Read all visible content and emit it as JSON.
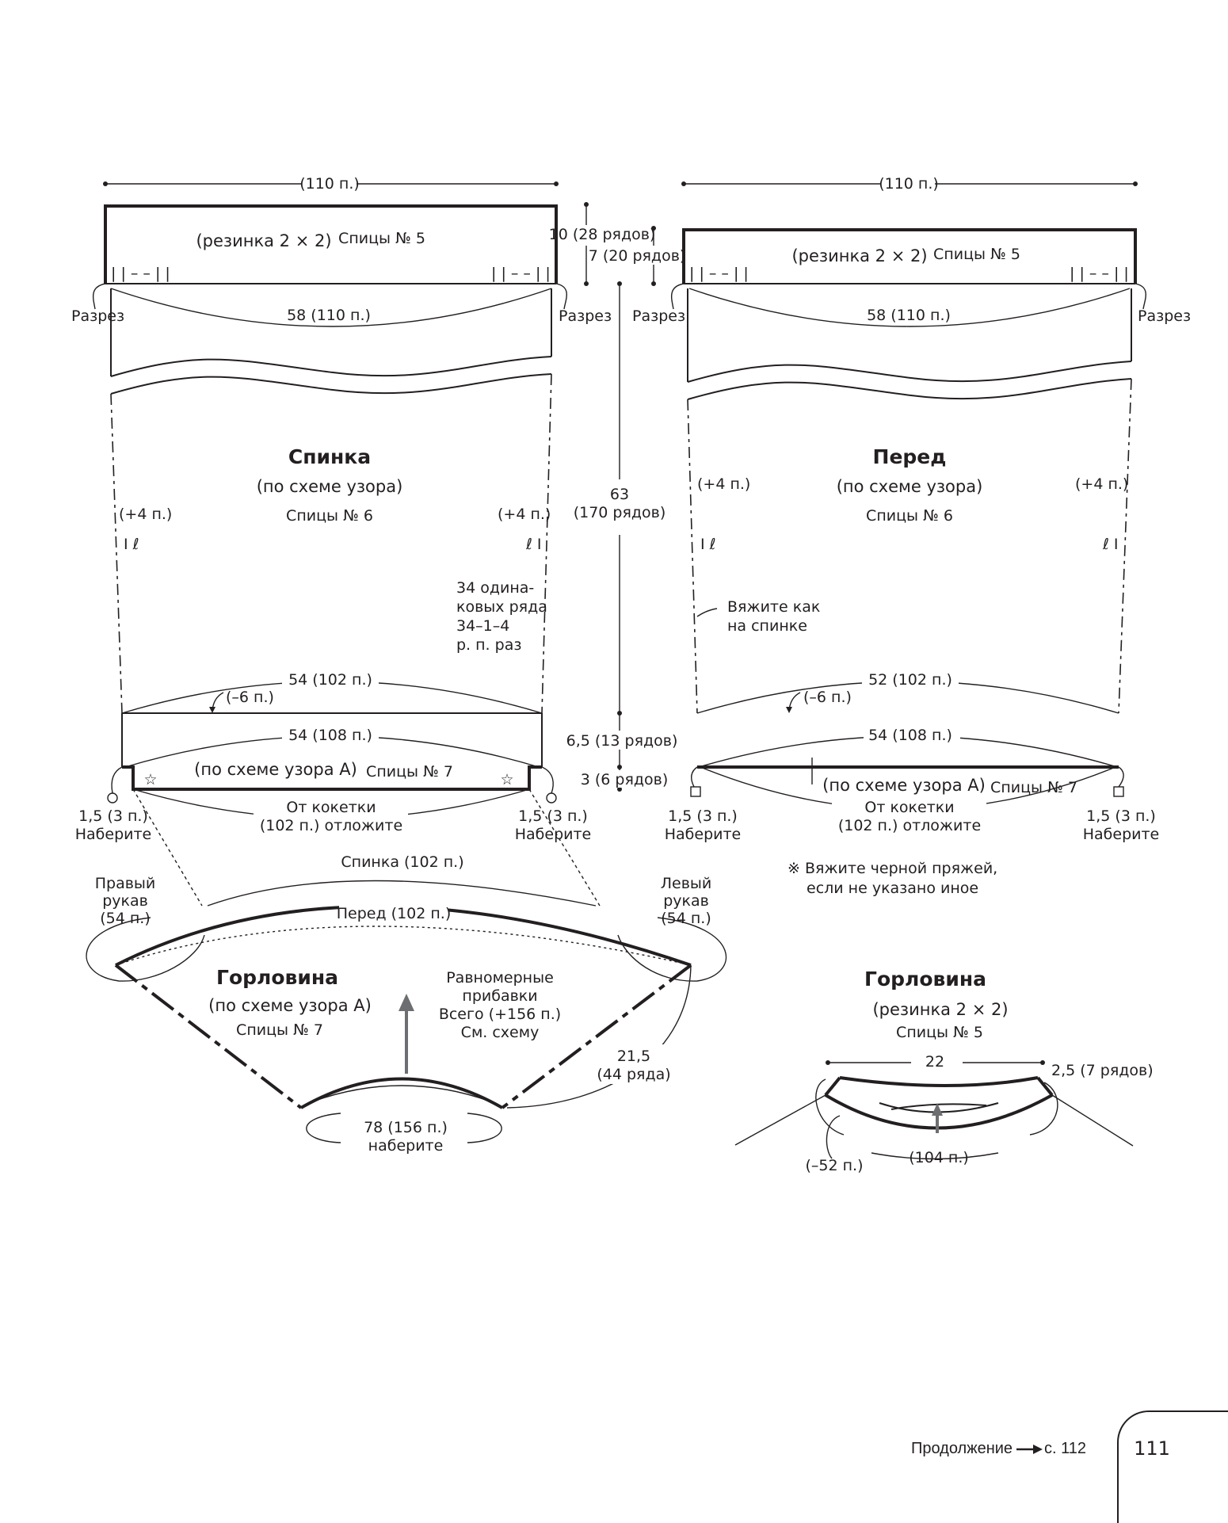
{
  "back": {
    "width_top": "(110 п.)",
    "rib_label": "(резинка 2 × 2)",
    "rib_needles": "Спицы № 5",
    "rib_height": "10 (28 рядов)",
    "slit_left": "Разрез",
    "slit_right": "Разрез",
    "width_hem": "58 (110 п.)",
    "title": "Спинка",
    "pattern": "(по схеме узора)",
    "needles": "Спицы № 6",
    "inc_left": "(+4 п.)",
    "inc_right": "(+4 п.)",
    "inc_note": [
      "34 одина-",
      "ковых ряда",
      "34–1–4",
      "р. п. раз"
    ],
    "width_upper": "54 (102 п.)",
    "dec": "(–6 п.)",
    "yoke_width": "54 (108 п.)",
    "yoke_pattern": "(по схеме узора А)",
    "yoke_needles": "Спицы № 7",
    "yoke_put_aside": [
      "От кокетки",
      "(102 п.) отложите"
    ],
    "cast_on_left": [
      "1,5 (3 п.)",
      "Наберите"
    ],
    "cast_on_right": [
      "1,5 (3 п.)",
      "Наберите"
    ]
  },
  "middle": {
    "body_height": [
      "63",
      "(170 рядов)"
    ],
    "yoke_height": "6,5 (13 рядов)",
    "top_height": "3 (6 рядов)",
    "front_rib_height": "7 (20 рядов)"
  },
  "front": {
    "width_top": "(110 п.)",
    "rib_label": "(резинка 2 × 2)",
    "rib_needles": "Спицы № 5",
    "slit_left": "Разрез",
    "slit_right": "Разрез",
    "width_hem": "58 (110 п.)",
    "title": "Перед",
    "pattern": "(по схеме узора)",
    "needles": "Спицы № 6",
    "inc_left": "(+4 п.)",
    "inc_right": "(+4 п.)",
    "same_as_back": [
      "Вяжите как",
      "на спинке"
    ],
    "width_upper": "52 (102 п.)",
    "dec": "(–6 п.)",
    "yoke_width": "54 (108 п.)",
    "yoke_pattern": "(по схеме узора А)",
    "yoke_needles": "Спицы № 7",
    "yoke_put_aside": [
      "От кокетки",
      "(102 п.) отложите"
    ],
    "cast_on_left": [
      "1,5 (3 п.)",
      "Наберите"
    ],
    "cast_on_right": [
      "1,5 (3 п.)",
      "Наберите"
    ],
    "note": [
      "※ Вяжите черной пряжей,",
      "если не указано иное"
    ]
  },
  "yoke": {
    "back_label": "Спинка (102 п.)",
    "front_label": "Перед (102 п.)",
    "right_sleeve": [
      "Правый",
      "рукав",
      "(54 п.)"
    ],
    "left_sleeve": [
      "Левый",
      "рукав",
      "(54 п.)"
    ],
    "title": "Горловина",
    "pattern": "(по схеме узора А)",
    "needles": "Спицы № 7",
    "increases": [
      "Равномерные",
      "прибавки",
      "Всего (+156 п.)",
      "См. схему"
    ],
    "height": [
      "21,5",
      "(44 ряда)"
    ],
    "cast_on": [
      "78 (156 п.)",
      "наберите"
    ]
  },
  "neckband": {
    "title": "Горловина",
    "pattern": "(резинка 2 × 2)",
    "needles": "Спицы № 5",
    "width": "22",
    "height": "2,5 (7 рядов)",
    "dec": "(–52 п.)",
    "stitches": "(104 п.)"
  },
  "footer": {
    "continued": "Продолжение",
    "page_ref": "с. 112",
    "page_number": "111"
  }
}
